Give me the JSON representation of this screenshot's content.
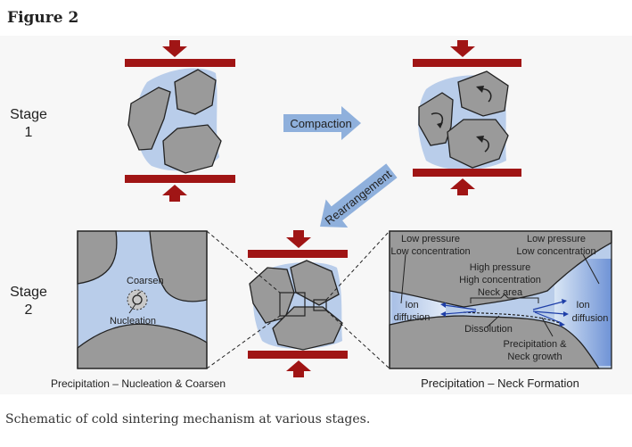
{
  "figure": {
    "title": "Figure 2",
    "caption": "Schematic of cold sintering mechanism at various stages."
  },
  "stages": {
    "stage1_line1": "Stage",
    "stage1_line2": "1",
    "stage2_line1": "Stage",
    "stage2_line2": "2"
  },
  "arrows": {
    "compaction": "Compaction",
    "rearrangement": "Rearrangement"
  },
  "left_inset": {
    "coarsen": "Coarsen",
    "nucleation": "Nucleation",
    "label": "Precipitation – Nucleation & Coarsen"
  },
  "right_inset": {
    "low_pressure_left": "Low pressure",
    "low_conc_left": "Low concentration",
    "low_pressure_right": "Low pressure",
    "low_conc_right": "Low concentration",
    "high_pressure": "High pressure",
    "high_conc": "High concentration",
    "neck_area": "Neck area",
    "ion_left_1": "Ion",
    "ion_left_2": "diffusion",
    "ion_right_1": "Ion",
    "ion_right_2": "diffusion",
    "dissolution": "Dissolution",
    "precip_1": "Precipitation &",
    "precip_2": "Neck growth",
    "label": "Precipitation – Neck Formation"
  },
  "colors": {
    "press": "#a01515",
    "particle": "#9a9a9a",
    "liquid": "#b9cdea",
    "arrow": "#8fb0dc"
  }
}
